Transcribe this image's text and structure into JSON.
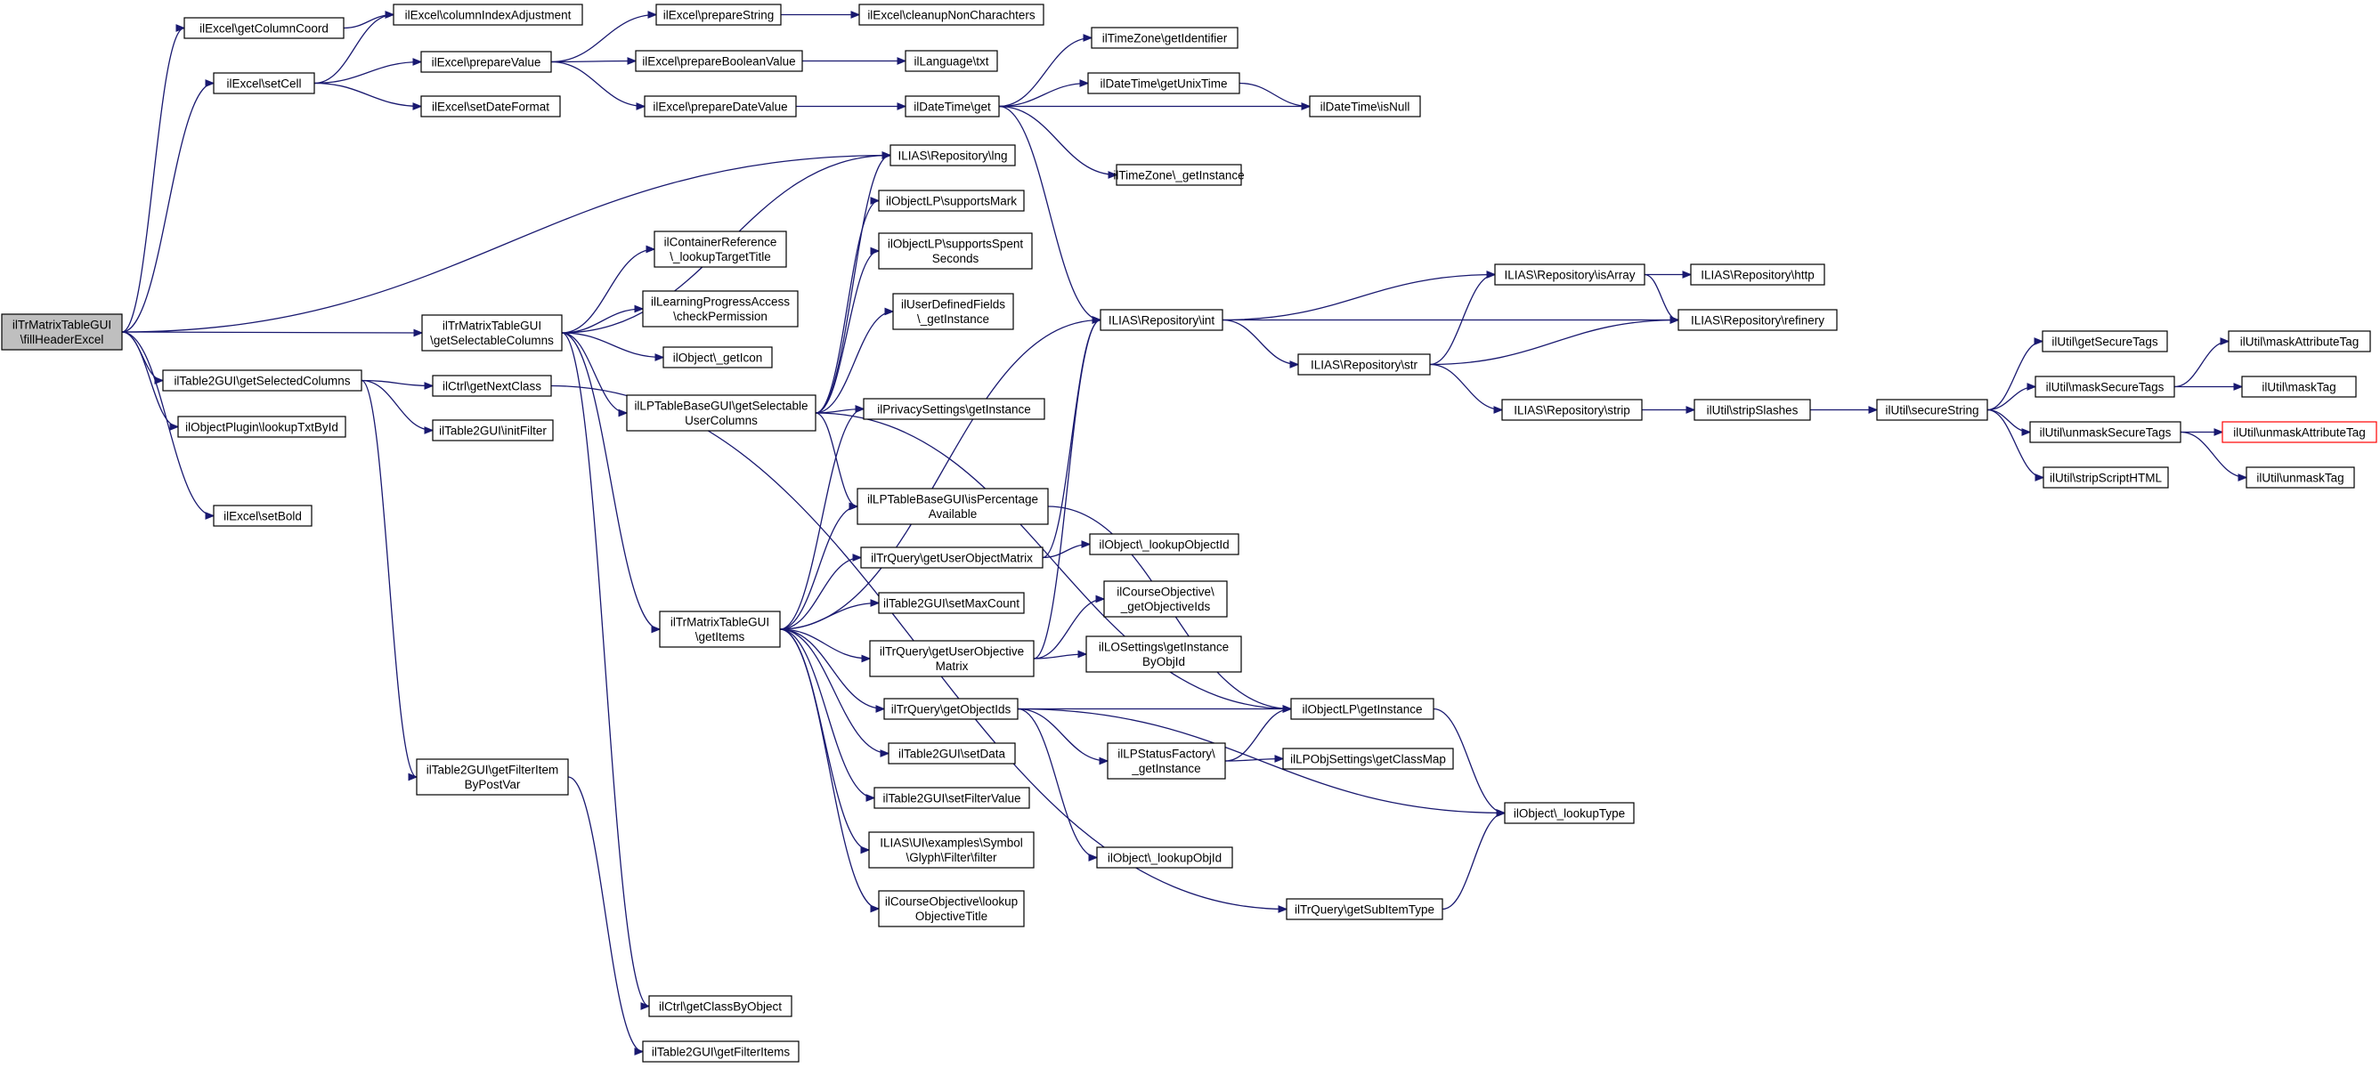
{
  "colors": {
    "edge": "#191970",
    "node_border": "#000000",
    "node_fill": "#ffffff",
    "root_fill": "#bfbfbf",
    "truncated_border": "#ff0000"
  },
  "nodes": [
    {
      "id": "root",
      "lines": [
        "ilTrMatrixTableGUI",
        "\\fillHeaderExcel"
      ],
      "style": "root"
    },
    {
      "id": "excel_getColumnCoord",
      "lines": [
        "ilExcel\\getColumnCoord"
      ]
    },
    {
      "id": "excel_setCell",
      "lines": [
        "ilExcel\\setCell"
      ]
    },
    {
      "id": "trmatrix_getSelectableColumns",
      "lines": [
        "ilTrMatrixTableGUI",
        "\\getSelectableColumns"
      ]
    },
    {
      "id": "table2_getSelectedColumns",
      "lines": [
        "ilTable2GUI\\getSelectedColumns"
      ]
    },
    {
      "id": "objplugin_lookupTxtById",
      "lines": [
        "ilObjectPlugin\\lookupTxtById"
      ]
    },
    {
      "id": "excel_setBold",
      "lines": [
        "ilExcel\\setBold"
      ]
    },
    {
      "id": "excel_columnIndexAdjustment",
      "lines": [
        "ilExcel\\columnIndexAdjustment"
      ]
    },
    {
      "id": "excel_prepareValue",
      "lines": [
        "ilExcel\\prepareValue"
      ]
    },
    {
      "id": "excel_setDateFormat",
      "lines": [
        "ilExcel\\setDateFormat"
      ]
    },
    {
      "id": "excel_prepareString",
      "lines": [
        "ilExcel\\prepareString"
      ]
    },
    {
      "id": "excel_prepareBooleanValue",
      "lines": [
        "ilExcel\\prepareBooleanValue"
      ]
    },
    {
      "id": "excel_prepareDateValue",
      "lines": [
        "ilExcel\\prepareDateValue"
      ]
    },
    {
      "id": "excel_cleanupNonCharachters",
      "lines": [
        "ilExcel\\cleanupNonCharachters"
      ]
    },
    {
      "id": "language_txt",
      "lines": [
        "ilLanguage\\txt"
      ]
    },
    {
      "id": "datetime_get",
      "lines": [
        "ilDateTime\\get"
      ]
    },
    {
      "id": "timezone_getIdentifier",
      "lines": [
        "ilTimeZone\\getIdentifier"
      ]
    },
    {
      "id": "datetime_getUnixTime",
      "lines": [
        "ilDateTime\\getUnixTime"
      ]
    },
    {
      "id": "datetime_isNull",
      "lines": [
        "ilDateTime\\isNull"
      ]
    },
    {
      "id": "timezone_getInstance",
      "lines": [
        "ilTimeZone\\_getInstance"
      ]
    },
    {
      "id": "repo_lng",
      "lines": [
        "ILIAS\\Repository\\lng"
      ]
    },
    {
      "id": "objlp_supportsMark",
      "lines": [
        "ilObjectLP\\supportsMark"
      ]
    },
    {
      "id": "objlp_supportsSpentSeconds",
      "lines": [
        "ilObjectLP\\supportsSpent",
        "Seconds"
      ]
    },
    {
      "id": "udf_getInstance",
      "lines": [
        "ilUserDefinedFields",
        "\\_getInstance"
      ]
    },
    {
      "id": "container_lookupTargetTitle",
      "lines": [
        "ilContainerReference",
        "\\_lookupTargetTitle"
      ]
    },
    {
      "id": "lpaccess_checkPermission",
      "lines": [
        "ilLearningProgressAccess",
        "\\checkPermission"
      ]
    },
    {
      "id": "object_getIcon",
      "lines": [
        "ilObject\\_getIcon"
      ]
    },
    {
      "id": "lptable_getSelectableUserColumns",
      "lines": [
        "ilLPTableBaseGUI\\getSelectable",
        "UserColumns"
      ]
    },
    {
      "id": "ctrl_getNextClass",
      "lines": [
        "ilCtrl\\getNextClass"
      ]
    },
    {
      "id": "table2_initFilter",
      "lines": [
        "ilTable2GUI\\initFilter"
      ]
    },
    {
      "id": "privacy_getInstance",
      "lines": [
        "ilPrivacySettings\\getInstance"
      ]
    },
    {
      "id": "lptable_isPercentageAvailable",
      "lines": [
        "ilLPTableBaseGUI\\isPercentage",
        "Available"
      ]
    },
    {
      "id": "trquery_getUserObjectMatrix",
      "lines": [
        "ilTrQuery\\getUserObjectMatrix"
      ]
    },
    {
      "id": "object_lookupObjectId",
      "lines": [
        "ilObject\\_lookupObjectId"
      ]
    },
    {
      "id": "trmatrix_getItems",
      "lines": [
        "ilTrMatrixTableGUI",
        "\\getItems"
      ]
    },
    {
      "id": "table2_setMaxCount",
      "lines": [
        "ilTable2GUI\\setMaxCount"
      ]
    },
    {
      "id": "courseobj_getObjectiveIds",
      "lines": [
        "ilCourseObjective\\",
        "_getObjectiveIds"
      ]
    },
    {
      "id": "trquery_getUserObjectiveMatrix",
      "lines": [
        "ilTrQuery\\getUserObjective",
        "Matrix"
      ]
    },
    {
      "id": "losettings_getInstanceByObjId",
      "lines": [
        "ilLOSettings\\getInstance",
        "ByObjId"
      ]
    },
    {
      "id": "trquery_getObjectIds",
      "lines": [
        "ilTrQuery\\getObjectIds"
      ]
    },
    {
      "id": "objlp_getInstance",
      "lines": [
        "ilObjectLP\\getInstance"
      ]
    },
    {
      "id": "table2_setData",
      "lines": [
        "ilTable2GUI\\setData"
      ]
    },
    {
      "id": "lpstatus_getInstance",
      "lines": [
        "ilLPStatusFactory\\",
        "_getInstance"
      ]
    },
    {
      "id": "lpobjsettings_getClassMap",
      "lines": [
        "ilLPObjSettings\\getClassMap"
      ]
    },
    {
      "id": "table2_setFilterValue",
      "lines": [
        "ilTable2GUI\\setFilterValue"
      ]
    },
    {
      "id": "object_lookupType",
      "lines": [
        "ilObject\\_lookupType"
      ]
    },
    {
      "id": "glyph_filter",
      "lines": [
        "ILIAS\\UI\\examples\\Symbol",
        "\\Glyph\\Filter\\filter"
      ]
    },
    {
      "id": "object_lookupObjId",
      "lines": [
        "ilObject\\_lookupObjId"
      ]
    },
    {
      "id": "courseobj_lookupObjectiveTitle",
      "lines": [
        "ilCourseObjective\\lookup",
        "ObjectiveTitle"
      ]
    },
    {
      "id": "trquery_getSubItemType",
      "lines": [
        "ilTrQuery\\getSubItemType"
      ]
    },
    {
      "id": "table2_getFilterItemByPostVar",
      "lines": [
        "ilTable2GUI\\getFilterItem",
        "ByPostVar"
      ]
    },
    {
      "id": "ctrl_getClassByObject",
      "lines": [
        "ilCtrl\\getClassByObject"
      ]
    },
    {
      "id": "table2_getFilterItems",
      "lines": [
        "ilTable2GUI\\getFilterItems"
      ]
    },
    {
      "id": "repo_int",
      "lines": [
        "ILIAS\\Repository\\int"
      ]
    },
    {
      "id": "repo_isArray",
      "lines": [
        "ILIAS\\Repository\\isArray"
      ]
    },
    {
      "id": "repo_http",
      "lines": [
        "ILIAS\\Repository\\http"
      ]
    },
    {
      "id": "repo_refinery",
      "lines": [
        "ILIAS\\Repository\\refinery"
      ]
    },
    {
      "id": "repo_str",
      "lines": [
        "ILIAS\\Repository\\str"
      ]
    },
    {
      "id": "repo_strip",
      "lines": [
        "ILIAS\\Repository\\strip"
      ]
    },
    {
      "id": "util_stripSlashes",
      "lines": [
        "ilUtil\\stripSlashes"
      ]
    },
    {
      "id": "util_secureString",
      "lines": [
        "ilUtil\\secureString"
      ]
    },
    {
      "id": "util_getSecureTags",
      "lines": [
        "ilUtil\\getSecureTags"
      ]
    },
    {
      "id": "util_maskSecureTags",
      "lines": [
        "ilUtil\\maskSecureTags"
      ]
    },
    {
      "id": "util_unmaskSecureTags",
      "lines": [
        "ilUtil\\unmaskSecureTags"
      ]
    },
    {
      "id": "util_stripScriptHTML",
      "lines": [
        "ilUtil\\stripScriptHTML"
      ]
    },
    {
      "id": "util_maskAttributeTag",
      "lines": [
        "ilUtil\\maskAttributeTag"
      ]
    },
    {
      "id": "util_maskTag",
      "lines": [
        "ilUtil\\maskTag"
      ]
    },
    {
      "id": "util_unmaskAttributeTag",
      "lines": [
        "ilUtil\\unmaskAttributeTag"
      ],
      "style": "truncated"
    },
    {
      "id": "util_unmaskTag",
      "lines": [
        "ilUtil\\unmaskTag"
      ]
    }
  ],
  "edges": [
    [
      "root",
      "excel_getColumnCoord"
    ],
    [
      "root",
      "excel_setCell"
    ],
    [
      "root",
      "repo_lng"
    ],
    [
      "root",
      "trmatrix_getSelectableColumns"
    ],
    [
      "root",
      "table2_getSelectedColumns"
    ],
    [
      "root",
      "objplugin_lookupTxtById"
    ],
    [
      "root",
      "excel_setBold"
    ],
    [
      "excel_getColumnCoord",
      "excel_columnIndexAdjustment"
    ],
    [
      "excel_setCell",
      "excel_columnIndexAdjustment"
    ],
    [
      "excel_setCell",
      "excel_prepareValue"
    ],
    [
      "excel_setCell",
      "excel_setDateFormat"
    ],
    [
      "excel_prepareValue",
      "excel_prepareString"
    ],
    [
      "excel_prepareValue",
      "excel_prepareBooleanValue"
    ],
    [
      "excel_prepareValue",
      "excel_prepareDateValue"
    ],
    [
      "excel_prepareString",
      "excel_cleanupNonCharachters"
    ],
    [
      "excel_prepareBooleanValue",
      "language_txt"
    ],
    [
      "excel_prepareDateValue",
      "datetime_get"
    ],
    [
      "datetime_get",
      "timezone_getIdentifier"
    ],
    [
      "datetime_get",
      "datetime_getUnixTime"
    ],
    [
      "datetime_get",
      "datetime_isNull"
    ],
    [
      "datetime_get",
      "timezone_getInstance"
    ],
    [
      "datetime_get",
      "repo_int"
    ],
    [
      "datetime_getUnixTime",
      "datetime_isNull"
    ],
    [
      "trmatrix_getSelectableColumns",
      "repo_lng"
    ],
    [
      "trmatrix_getSelectableColumns",
      "container_lookupTargetTitle"
    ],
    [
      "trmatrix_getSelectableColumns",
      "lpaccess_checkPermission"
    ],
    [
      "trmatrix_getSelectableColumns",
      "object_getIcon"
    ],
    [
      "trmatrix_getSelectableColumns",
      "lptable_getSelectableUserColumns"
    ],
    [
      "trmatrix_getSelectableColumns",
      "trmatrix_getItems"
    ],
    [
      "trmatrix_getSelectableColumns",
      "ctrl_getClassByObject"
    ],
    [
      "lptable_getSelectableUserColumns",
      "repo_lng"
    ],
    [
      "lptable_getSelectableUserColumns",
      "objlp_supportsMark"
    ],
    [
      "lptable_getSelectableUserColumns",
      "objlp_supportsSpentSeconds"
    ],
    [
      "lptable_getSelectableUserColumns",
      "udf_getInstance"
    ],
    [
      "lptable_getSelectableUserColumns",
      "privacy_getInstance"
    ],
    [
      "lptable_getSelectableUserColumns",
      "lptable_isPercentageAvailable"
    ],
    [
      "lptable_getSelectableUserColumns",
      "objlp_getInstance"
    ],
    [
      "table2_getSelectedColumns",
      "ctrl_getNextClass"
    ],
    [
      "table2_getSelectedColumns",
      "table2_initFilter"
    ],
    [
      "table2_getSelectedColumns",
      "table2_getFilterItemByPostVar"
    ],
    [
      "ctrl_getNextClass",
      "trquery_getSubItemType"
    ],
    [
      "table2_getFilterItemByPostVar",
      "table2_getFilterItems"
    ],
    [
      "trmatrix_getItems",
      "repo_int"
    ],
    [
      "trmatrix_getItems",
      "privacy_getInstance"
    ],
    [
      "trmatrix_getItems",
      "lptable_isPercentageAvailable"
    ],
    [
      "trmatrix_getItems",
      "trquery_getUserObjectMatrix"
    ],
    [
      "trmatrix_getItems",
      "table2_setMaxCount"
    ],
    [
      "trmatrix_getItems",
      "trquery_getUserObjectiveMatrix"
    ],
    [
      "trmatrix_getItems",
      "trquery_getObjectIds"
    ],
    [
      "trmatrix_getItems",
      "table2_setData"
    ],
    [
      "trmatrix_getItems",
      "table2_setFilterValue"
    ],
    [
      "trmatrix_getItems",
      "glyph_filter"
    ],
    [
      "trmatrix_getItems",
      "courseobj_lookupObjectiveTitle"
    ],
    [
      "lptable_isPercentageAvailable",
      "objlp_getInstance"
    ],
    [
      "trquery_getUserObjectMatrix",
      "object_lookupObjectId"
    ],
    [
      "trquery_getUserObjectMatrix",
      "repo_int"
    ],
    [
      "trquery_getUserObjectiveMatrix",
      "courseobj_getObjectiveIds"
    ],
    [
      "trquery_getUserObjectiveMatrix",
      "losettings_getInstanceByObjId"
    ],
    [
      "trquery_getUserObjectiveMatrix",
      "repo_int"
    ],
    [
      "trquery_getObjectIds",
      "objlp_getInstance"
    ],
    [
      "trquery_getObjectIds",
      "lpstatus_getInstance"
    ],
    [
      "trquery_getObjectIds",
      "object_lookupType"
    ],
    [
      "trquery_getObjectIds",
      "object_lookupObjId"
    ],
    [
      "lpstatus_getInstance",
      "objlp_getInstance"
    ],
    [
      "lpstatus_getInstance",
      "lpobjsettings_getClassMap"
    ],
    [
      "objlp_getInstance",
      "object_lookupType"
    ],
    [
      "trquery_getSubItemType",
      "object_lookupType"
    ],
    [
      "repo_int",
      "repo_isArray"
    ],
    [
      "repo_int",
      "repo_refinery"
    ],
    [
      "repo_int",
      "repo_str"
    ],
    [
      "repo_isArray",
      "repo_http"
    ],
    [
      "repo_isArray",
      "repo_refinery"
    ],
    [
      "repo_str",
      "repo_isArray"
    ],
    [
      "repo_str",
      "repo_refinery"
    ],
    [
      "repo_str",
      "repo_strip"
    ],
    [
      "repo_strip",
      "util_stripSlashes"
    ],
    [
      "util_stripSlashes",
      "util_secureString"
    ],
    [
      "util_secureString",
      "util_getSecureTags"
    ],
    [
      "util_secureString",
      "util_maskSecureTags"
    ],
    [
      "util_secureString",
      "util_unmaskSecureTags"
    ],
    [
      "util_secureString",
      "util_stripScriptHTML"
    ],
    [
      "util_maskSecureTags",
      "util_maskAttributeTag"
    ],
    [
      "util_maskSecureTags",
      "util_maskTag"
    ],
    [
      "util_unmaskSecureTags",
      "util_unmaskAttributeTag"
    ],
    [
      "util_unmaskSecureTags",
      "util_unmaskTag"
    ]
  ]
}
